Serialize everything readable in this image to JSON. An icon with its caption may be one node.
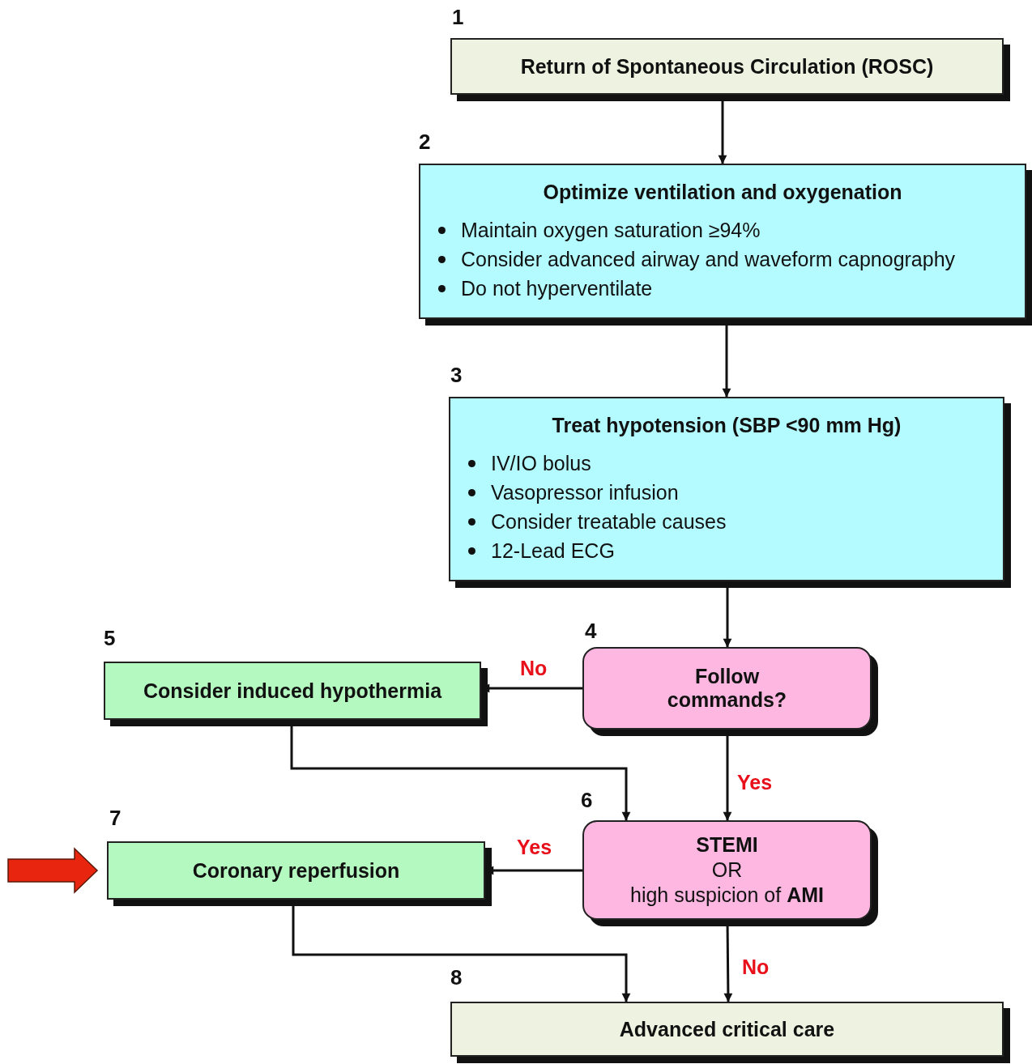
{
  "diagram": {
    "nodes": [
      {
        "text": [
          "Return of Spontaneous Circulation (ROSC)"
        ],
        "beside": [
          "1"
        ]
      },
      {
        "text": [
          "Optimize ventilation and oxygenation",
          "Maintain oxygen saturation ≥94%",
          "Consider advanced airway and waveform capnography",
          "Do not hyperventilate"
        ],
        "beside": [
          "2"
        ]
      },
      {
        "text": [
          "Treat hypotension (SBP <90 mm Hg)",
          "IV/IO bolus",
          "Vasopressor infusion",
          "Consider treatable causes",
          "12-Lead ECG"
        ],
        "beside": [
          "3"
        ]
      },
      {
        "text": [
          "Follow commands?"
        ],
        "beside": [
          "4"
        ]
      },
      {
        "text": [
          "Consider induced hypothermia"
        ],
        "beside": [
          "5"
        ]
      },
      {
        "text": [
          "STEMI",
          "OR",
          "high suspicion of **AMI**"
        ],
        "beside": [
          "6"
        ]
      },
      {
        "text": [
          "Coronary reperfusion"
        ],
        "beside": [
          "7"
        ]
      },
      {
        "text": [
          "Advanced critical care"
        ],
        "beside": [
          "8"
        ]
      }
    ],
    "edges": [
      {
        "from": 0,
        "to": 1,
        "arrow": "to"
      },
      {
        "from": 1,
        "to": 2,
        "arrow": "to"
      },
      {
        "from": 2,
        "to": 3,
        "arrow": "to"
      },
      {
        "from": 3,
        "to": 4,
        "arrow": "to",
        "label": "No"
      },
      {
        "from": 3,
        "to": 5,
        "arrow": "to",
        "label": "Yes"
      },
      {
        "from": 4,
        "to": 5,
        "arrow": "to"
      },
      {
        "from": 5,
        "to": 6,
        "arrow": "to",
        "label": "Yes"
      },
      {
        "from": 5,
        "to": 7,
        "arrow": "to",
        "label": "No"
      },
      {
        "from": 6,
        "to": 7,
        "arrow": "to"
      },
      {
        "from": null,
        "to": 6,
        "arrow": "to",
        "style": "thick",
        "color": "#e8260f"
      }
    ]
  }
}
